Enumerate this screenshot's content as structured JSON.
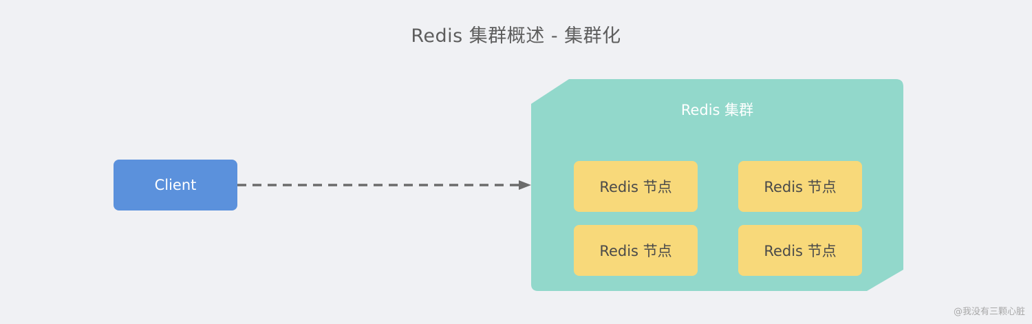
{
  "title": "Redis 集群概述 - 集群化",
  "client": {
    "label": "Client"
  },
  "cluster": {
    "label": "Redis 集群",
    "nodes": [
      {
        "label": "Redis 节点"
      },
      {
        "label": "Redis 节点"
      },
      {
        "label": "Redis 节点"
      },
      {
        "label": "Redis 节点"
      }
    ]
  },
  "watermark": "@我没有三颗心脏",
  "colors": {
    "background": "#f0f1f4",
    "client": "#5b91dc",
    "cluster": "#92d8cb",
    "node": "#f8d97a",
    "arrow": "#6b6b6b"
  }
}
